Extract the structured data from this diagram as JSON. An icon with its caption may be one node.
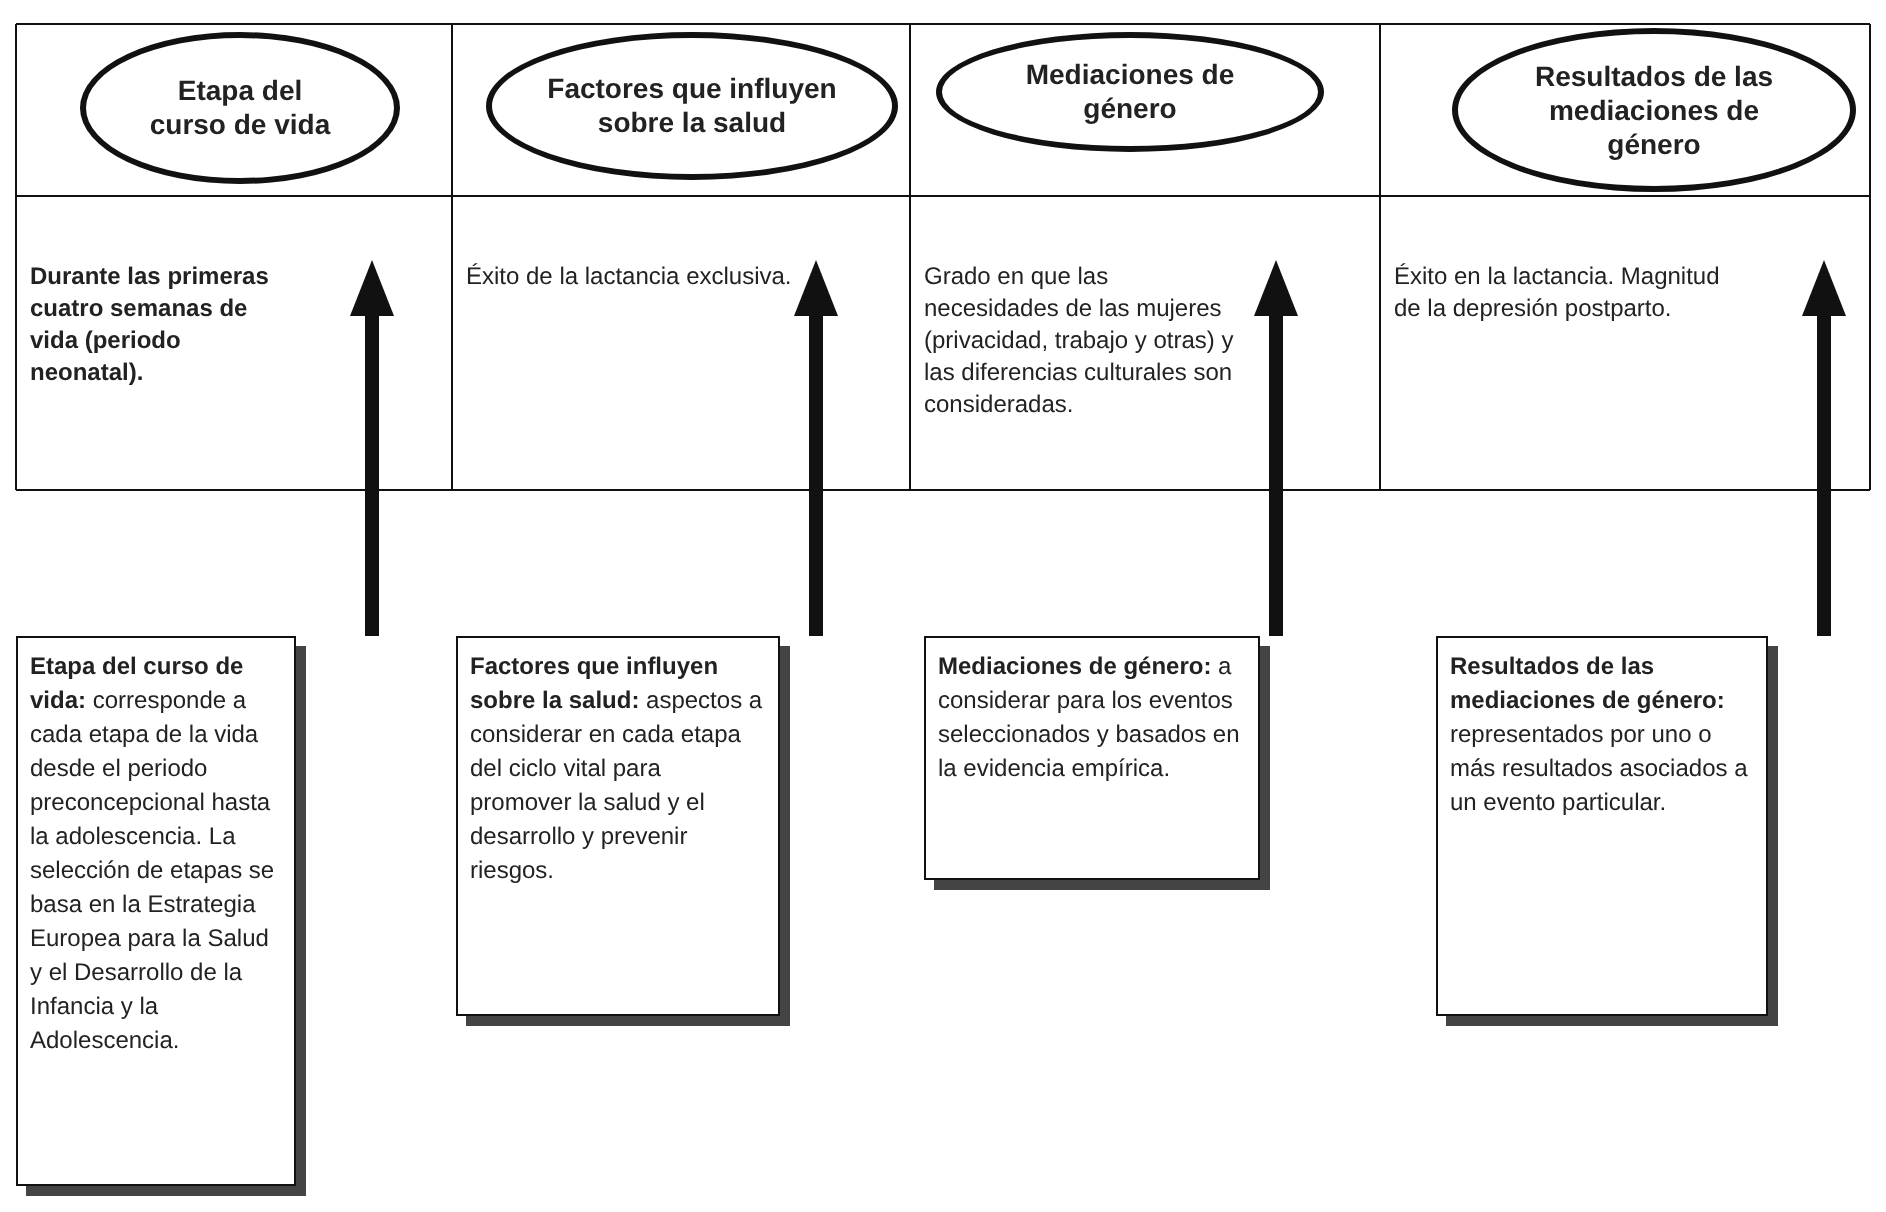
{
  "diagram": {
    "nodes": [
      {
        "text": [
          "Etapa del curso de vida"
        ]
      },
      {
        "text": [
          "Factores que influyen sobre la salud"
        ]
      },
      {
        "text": [
          "Mediaciones de género"
        ]
      },
      {
        "text": [
          "Resultados de las mediaciones de género"
        ]
      },
      {
        "text": [
          "Durante las primeras cuatro semanas de vida (periodo neonatal)."
        ]
      },
      {
        "text": [
          "Éxito de la lactancia exclusiva."
        ]
      },
      {
        "text": [
          "Grado en que las necesidades de las mujeres (privacidad, trabajo y otras) y las diferencias culturales son consideradas."
        ]
      },
      {
        "text": [
          "Éxito en la lactancia. Magnitud de la depresión postparto."
        ]
      },
      {
        "text": [
          "**Etapa del curso de vida:** corresponde a cada etapa de la vida desde el periodo preconcepcional hasta la adolescencia. La selección de etapas se basa en la Estrategia Europea para la Salud y el Desarrollo de la Infancia y la Adolescencia."
        ]
      },
      {
        "text": [
          "**Factores que influyen sobre la salud:** aspectos a considerar en cada etapa del ciclo vital para promover la salud y el desarrollo y prevenir riesgos."
        ]
      },
      {
        "text": [
          "**Mediaciones de género:** a considerar para los eventos seleccionados y basados en la evidencia empírica."
        ]
      },
      {
        "text": [
          "**Resultados de las mediaciones de género:** representados por uno o más resultados asociados a un evento particular."
        ]
      }
    ],
    "edges": [
      {
        "from": 8,
        "to": 4,
        "arrow": "to"
      },
      {
        "from": 9,
        "to": 5,
        "arrow": "to"
      },
      {
        "from": 10,
        "to": 6,
        "arrow": "to"
      },
      {
        "from": 11,
        "to": 7,
        "arrow": "to"
      }
    ]
  }
}
